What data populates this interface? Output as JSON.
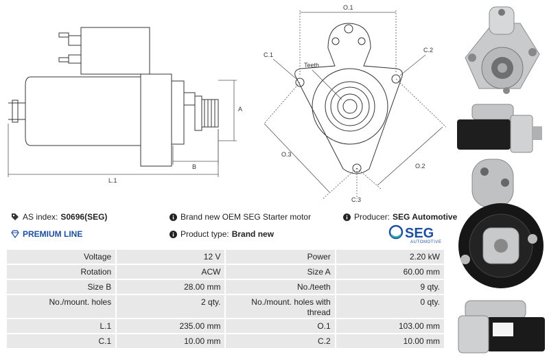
{
  "drawing": {
    "side_labels": {
      "a": "A",
      "b": "B",
      "l1": "L.1"
    },
    "front_labels": {
      "o1": "O.1",
      "o2": "O.2",
      "o3": "O.3",
      "c1": "C.1",
      "c2": "C.2",
      "c3": "C.3",
      "teeth": "Teeth"
    }
  },
  "info": {
    "as_index_label": "AS index:",
    "as_index_value": "S0696(SEG)",
    "brand_text": "Brand new OEM SEG Starter motor",
    "producer_label": "Producer:",
    "producer_value": "SEG Automotive",
    "premium_line": "PREMIUM LINE",
    "product_type_label": "Product type:",
    "product_type_value": "Brand new"
  },
  "logo": {
    "brand": "SEG",
    "sub": "AUTOMOTIVE",
    "color": "#1d4fa0",
    "accent": "#2ab0a0"
  },
  "specs": [
    {
      "k1": "Voltage",
      "v1": "12 V",
      "k2": "Power",
      "v2": "2.20 kW"
    },
    {
      "k1": "Rotation",
      "v1": "ACW",
      "k2": "Size A",
      "v2": "60.00 mm"
    },
    {
      "k1": "Size B",
      "v1": "28.00 mm",
      "k2": "No./teeth",
      "v2": "9 qty."
    },
    {
      "k1": "No./mount. holes",
      "v1": "2 qty.",
      "k2": "No./mount. holes with thread",
      "v2": "0 qty.",
      "tall": true
    },
    {
      "k1": "L.1",
      "v1": "235.00 mm",
      "k2": "O.1",
      "v2": "103.00 mm"
    },
    {
      "k1": "C.1",
      "v1": "10.00 mm",
      "k2": "C.2",
      "v2": "10.00 mm"
    }
  ]
}
